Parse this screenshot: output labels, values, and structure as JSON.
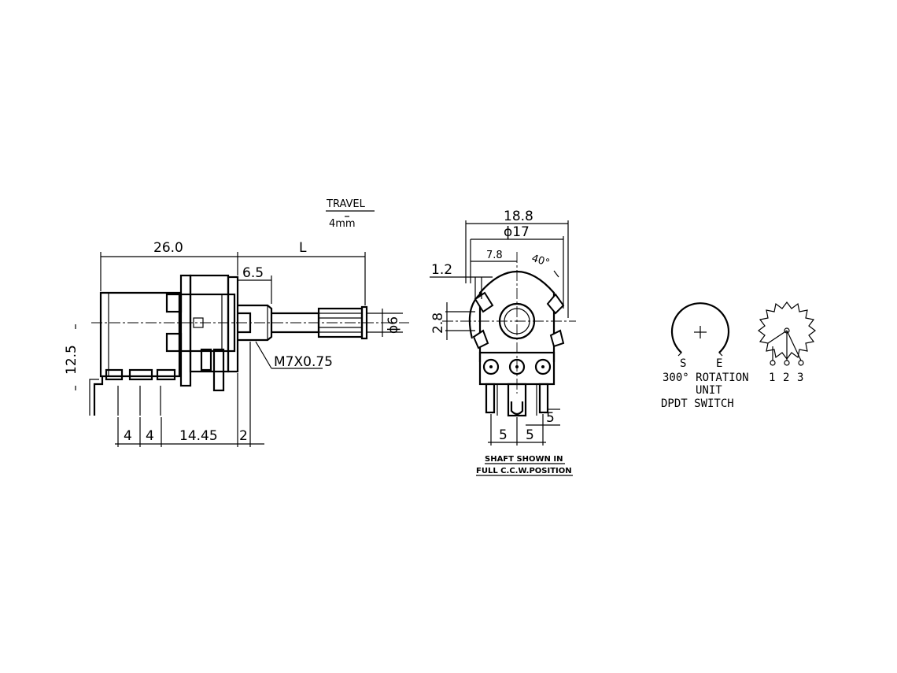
{
  "travel": {
    "label": "TRAVEL",
    "value": "4mm"
  },
  "side_view": {
    "body_length": "26.0",
    "shaft_length": "L",
    "bushing_length": "6.5",
    "height": "12.5",
    "thread": "M7X0.75",
    "shaft_diameter": "ϕ6",
    "pin_pitch_1": "4",
    "pin_pitch_2": "4",
    "pin_pitch_3": "14.45",
    "pin_offset": "2"
  },
  "front_view": {
    "width": "18.8",
    "body_diameter": "ϕ17",
    "offset": "7.8",
    "angle": "40°",
    "lug_width": "1.2",
    "lug_height": "2.8",
    "pin_spacing_1": "5",
    "pin_spacing_2": "5",
    "pin_vertical": "5",
    "note_line1": "SHAFT SHOWN IN",
    "note_line2": "FULL C.C.W.POSITION"
  },
  "schematic": {
    "start_label": "S",
    "end_label": "E",
    "rotation_line1": "300° ROTATION",
    "rotation_line2": "UNIT",
    "switch_label": "DPDT SWITCH",
    "terminals": [
      "1",
      "2",
      "3"
    ]
  }
}
